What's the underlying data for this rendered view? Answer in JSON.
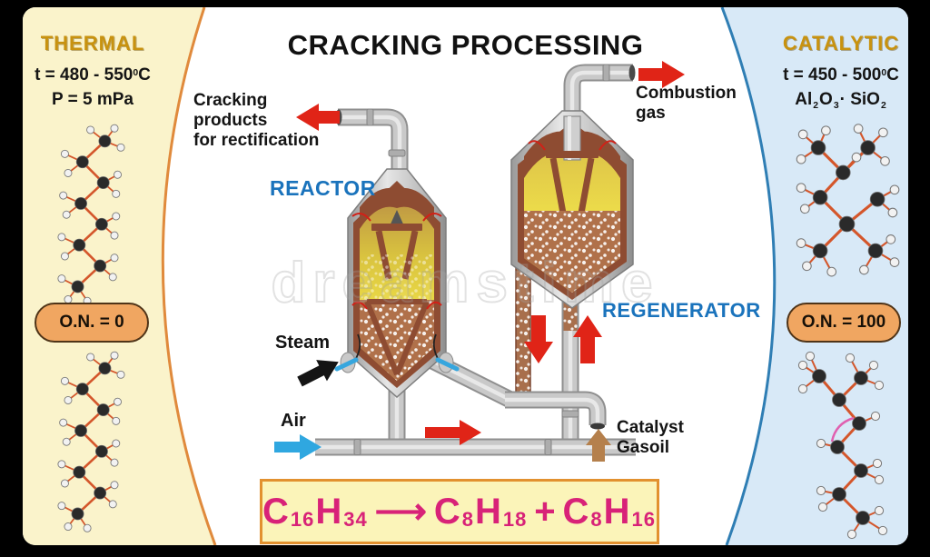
{
  "title": "CRACKING PROCESSING",
  "watermark": "dreamstime",
  "colors": {
    "arrow-red": "#E02417",
    "arrow-blue": "#2FA7E0",
    "arrow-black": "#141414",
    "arrow-brown": "#B5804C",
    "label-blue": "#1A73BC",
    "heading-gold": "#C8920F",
    "panel-cream": "#FAF3CB",
    "panel-blue": "#D8E9F7",
    "arc-orange": "#E08A3C",
    "arc-blue": "#2F7EB4",
    "badge-fill": "#F0A661",
    "badge-border": "#4F3418",
    "equation-pink": "#D82278",
    "equation-box-fill": "#FBF4B9",
    "equation-box-border": "#E2912F"
  },
  "left_panel": {
    "heading": "THERMAL",
    "temp_main": "t = 480 - 550",
    "temp_sup": "0",
    "temp_unit": "C",
    "pressure": "P = 5 mPa",
    "badge": "O.N. = 0"
  },
  "right_panel": {
    "heading": "CATALYTIC",
    "temp_main": "t = 450 - 500",
    "temp_sup": "0",
    "temp_unit": "C",
    "formula": {
      "f1": "Al",
      "s1": "2",
      "f2": "O",
      "s2": "3",
      "dot": "·",
      "f3": "SiO",
      "s3": "2"
    },
    "badge": "O.N. = 100"
  },
  "diagram": {
    "reactor": "REACTOR",
    "regenerator": "REGENERATOR",
    "cracking_products": [
      "Cracking",
      "products",
      "for rectification"
    ],
    "combustion_gas": [
      "Combustion",
      "gas"
    ],
    "steam": "Steam",
    "air": "Air",
    "catalyst_gasoil": [
      "Catalyst",
      "Gasoil"
    ]
  },
  "equation": {
    "r1c": "C",
    "r1cs": "16",
    "r1h": "H",
    "r1hs": "34",
    "arrow": "⟶",
    "p1c": "C",
    "p1cs": "8",
    "p1h": "H",
    "p1hs": "18",
    "plus": "+",
    "p2c": "C",
    "p2cs": "8",
    "p2h": "H",
    "p2hs": "16"
  }
}
